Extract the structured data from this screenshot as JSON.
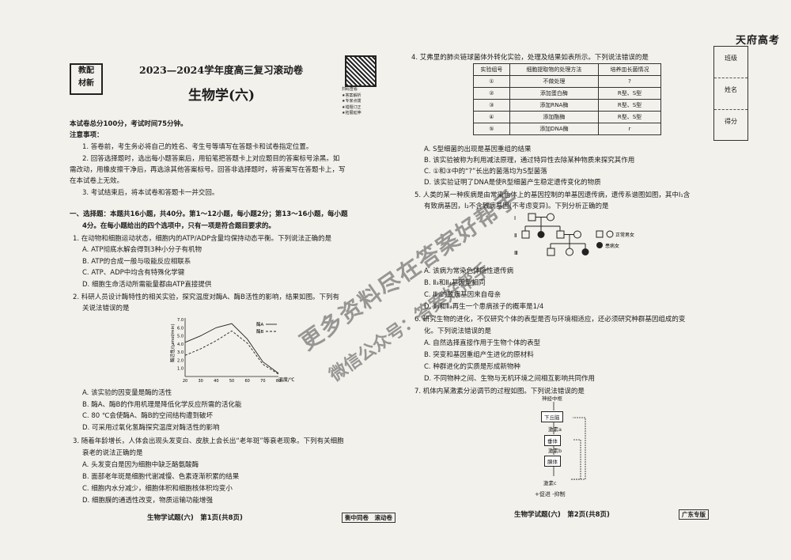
{
  "brand": "天府高考",
  "stamp": {
    "line1": "教配",
    "line2": "材新"
  },
  "qr_caption": [
    "扫码查看",
    "★答案解析",
    "★专家点拨",
    "★错题订正",
    "★拓展延伸"
  ],
  "header": {
    "title": "2023—2024学年度高三复习滚动卷",
    "subject": "生物学(六)"
  },
  "score_box": [
    "班级",
    "姓名",
    "得分"
  ],
  "notes": {
    "exam_info": "本试卷总分100分，考试时间75分钟。",
    "label": "注意事项：",
    "items": [
      "1. 答卷前，考生务必将自己的姓名、考生号等填写在答题卡和试卷指定位置。",
      "2. 回答选择题时，选出每小题答案后，用铅笔把答题卡上对应题目的答案标号涂黑。如",
      "需改动，用橡皮擦干净后，再选涂其他答案标号。回答非选择题时，将答案写在答题卡上，写",
      "在本试卷上无效。",
      "3. 考试结束后，将本试卷和答题卡一并交回。"
    ]
  },
  "section1": {
    "line1": "一、选择题：本题共16小题，共40分。第1～12小题，每小题2分；第13～16小题，每小题",
    "line2": "4分。在每小题给出的四个选项中，只有一项是符合题目要求的。"
  },
  "q1": {
    "stem": "1. 在动物和细胞运动状态，细胞内的ATP/ADP含量均保持动态平衡。下列说法正确的是",
    "options": [
      "A. ATP彻底水解会得到3种小分子有机物",
      "B. ATP的合成一般与吸能反应相联系",
      "C. ATP、ADP中均含有特殊化学键",
      "D. 细胞生命活动所需能量都由ATP直接提供"
    ]
  },
  "q2": {
    "stem1": "2. 科研人员设计酶特性的相关实验，探究温度对酶A、酶B活性的影响，结果如图。下列有",
    "stem2": "关说法错误的是",
    "options": [
      "A. 该实验的因变量是酶的活性",
      "B. 酶A、酶B的作用机理是降低化学反应所需的活化能",
      "C. 80 ℃会使酶A、酶B的空间结构遭到破坏",
      "D. 可采用过氧化氢酶探究温度对酶活性的影响"
    ]
  },
  "chart_data": {
    "type": "line",
    "x": [
      20,
      30,
      40,
      50,
      60,
      70,
      80
    ],
    "series": [
      {
        "name": "酶A",
        "values": [
          4.2,
          5.0,
          6.0,
          6.5,
          4.6,
          1.8,
          0.4
        ]
      },
      {
        "name": "酶B",
        "values": [
          2.6,
          3.4,
          4.4,
          5.6,
          4.1,
          1.5,
          0.3
        ]
      }
    ],
    "y_ticks": [
      "7.0",
      "6.0",
      "5.0",
      "4.0",
      "3.0",
      "2.0",
      "1.0"
    ],
    "x_ticks": [
      "20",
      "30",
      "40",
      "50",
      "60",
      "70",
      "80"
    ],
    "ylabel": "酶活性/(μmol/min)",
    "xlabel": "温度/℃",
    "xlim": [
      20,
      80
    ],
    "ylim": [
      0,
      7
    ]
  },
  "q3": {
    "stem1": "3. 随着年龄增长，人体会出现头发变白、皮肤上会长出“老年斑”等衰老现象。下列有关细胞",
    "stem2": "衰老的说法正确的是",
    "options": [
      "A. 头发变白是因为细胞中缺乏酪氨酸酶",
      "B. 面部老年斑是细胞代谢减慢、色素逐渐积累的结果",
      "C. 细胞内水分减少，细胞体积和细胞核体积均变小",
      "D. 细胞膜的通透性改变，物质运输功能增强"
    ]
  },
  "footer_left": {
    "text": "生物学试题(六)　第1页(共8页)",
    "tag": "衡中同卷　滚动卷"
  },
  "q4": {
    "stem": "4. 艾弗里的肺炎链球菌体外转化实验，处理及结果如表所示。下列说法错误的是",
    "table": {
      "headers": [
        "实验组号",
        "细胞提取物的处理方法",
        "培养皿长菌情况"
      ],
      "rows": [
        [
          "①",
          "不做处理",
          "?"
        ],
        [
          "②",
          "添加蛋白酶",
          "R型、S型"
        ],
        [
          "③",
          "添加RNA酶",
          "R型、S型"
        ],
        [
          "④",
          "添加酯酶",
          "R型、S型"
        ],
        [
          "⑤",
          "添加DNA酶",
          "r"
        ]
      ]
    },
    "options": [
      "A. S型细菌的出现是基因重组的结果",
      "B. 该实验被称为利用减法原理，通过特异性去除某种物质来探究其作用",
      "C. ①和③中的“?”长出的菌落均为S型菌落",
      "D. 该实验证明了DNA是使R型细菌产生稳定遗传变化的物质"
    ]
  },
  "q5": {
    "stem1": "5. 人类的某一种疾病是由常染色体上的基因控制的单基因遗传病，遗传系谱图如图，其中Ⅰ₁含",
    "stem2": "有致病基因，Ⅰ₂不含致病基因(不考虑变异)。下列分析正确的是",
    "legend": [
      "正常男女",
      "患病女"
    ],
    "gen": [
      "Ⅰ",
      "Ⅱ",
      "Ⅲ"
    ],
    "options": [
      "A. 该病为常染色体隐性遗传病",
      "B. Ⅱ₃和Ⅱ₄基因型相同",
      "C. Ⅲ₃的致病基因来自母亲",
      "D. Ⅱ₃和Ⅱ₄再生一个患病孩子的概率是1/4"
    ]
  },
  "q6": {
    "stem1": "6. 研究生物的进化，不仅研究个体的表型是否与环境相适应，还必须研究种群基因组成的变",
    "stem2": "化。下列说法错误的是",
    "options": [
      "A. 自然选择直接作用于生物个体的表型",
      "B. 突变和基因重组产生进化的原材料",
      "C. 种群进化的实质是形成新物种",
      "D. 不同物种之间、生物与无机环境之间相互影响共同作用"
    ]
  },
  "q7": {
    "stem": "7. 机体内某激素分泌调节的过程如图。下列说法错误的是",
    "flow": [
      "神经中枢",
      "下丘脑",
      "激素a",
      "垂体",
      "激素b",
      "腺体",
      "激素c"
    ],
    "legend": "+促进  -抑制"
  },
  "footer_right": {
    "text": "生物学试题(六)　第2页(共8页)",
    "tag": "广东专版"
  },
  "watermark": {
    "line1": "更多资料尽在答案好帮手",
    "line2": "微信公众号：答案好帮手"
  }
}
